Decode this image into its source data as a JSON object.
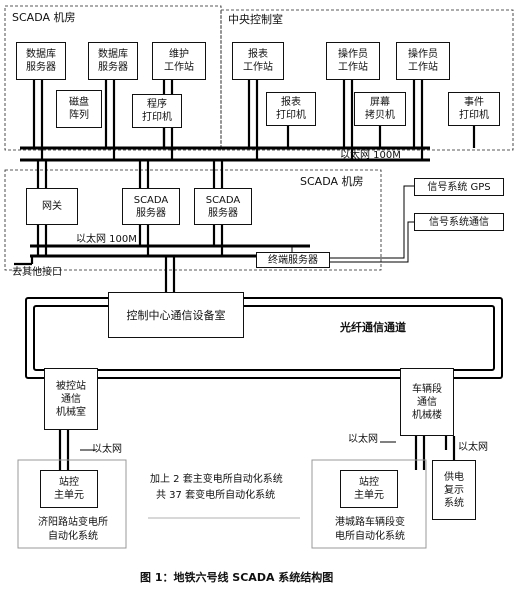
{
  "rooms": {
    "scada_room_top": "SCADA 机房",
    "central_room": "中央控制室",
    "scada_room_mid": "SCADA 机房"
  },
  "boxes": {
    "db_server_1": "数据库\n服务器",
    "disk_array": "磁盘\n阵列",
    "db_server_2": "数据库\n服务器",
    "maint_ws": "维护\n工作站",
    "prog_printer": "程序\n打印机",
    "report_ws": "报表\n工作站",
    "operator_ws_1": "操作员\n工作站",
    "operator_ws_2": "操作员\n工作站",
    "report_printer": "报表\n打印机",
    "screen_copier": "屏幕\n拷贝机",
    "event_printer": "事件\n打印机",
    "gateway": "网关",
    "scada_server_1": "SCADA\n服务器",
    "scada_server_2": "SCADA\n服务器",
    "terminal_server": "终端服务器",
    "signal_gps": "信号系统 GPS",
    "signal_comm": "信号系统通信",
    "control_center_comm": "控制中心通信设备室",
    "controlled_station": "被控站\n通信\n机械室",
    "depot": "车辆段\n通信\n机械楼",
    "station_unit_1": "站控\n主单元",
    "station_unit_2": "站控\n主单元",
    "power_recovery": "供电\n复示\n系统"
  },
  "labels": {
    "ethernet_top": "以太网 100M",
    "ethernet_mid": "以太网 100M",
    "other_interfaces": "去其他接口",
    "fiber_channel": "光纤通信通道",
    "ethernet_left": "以太网",
    "ethernet_depot_left": "以太网",
    "ethernet_depot_right": "以太网",
    "jiyang_station": "济阳路站变电所\n自动化系统",
    "gangcheng_depot": "港城路车辆段变\n电所自动化系统",
    "note_line1": "加上 2 套主变电所自动化系统",
    "note_line2": "共 37 套变电所自动化系统"
  },
  "caption": "图 1：地铁六号线 SCADA 系统结构图"
}
